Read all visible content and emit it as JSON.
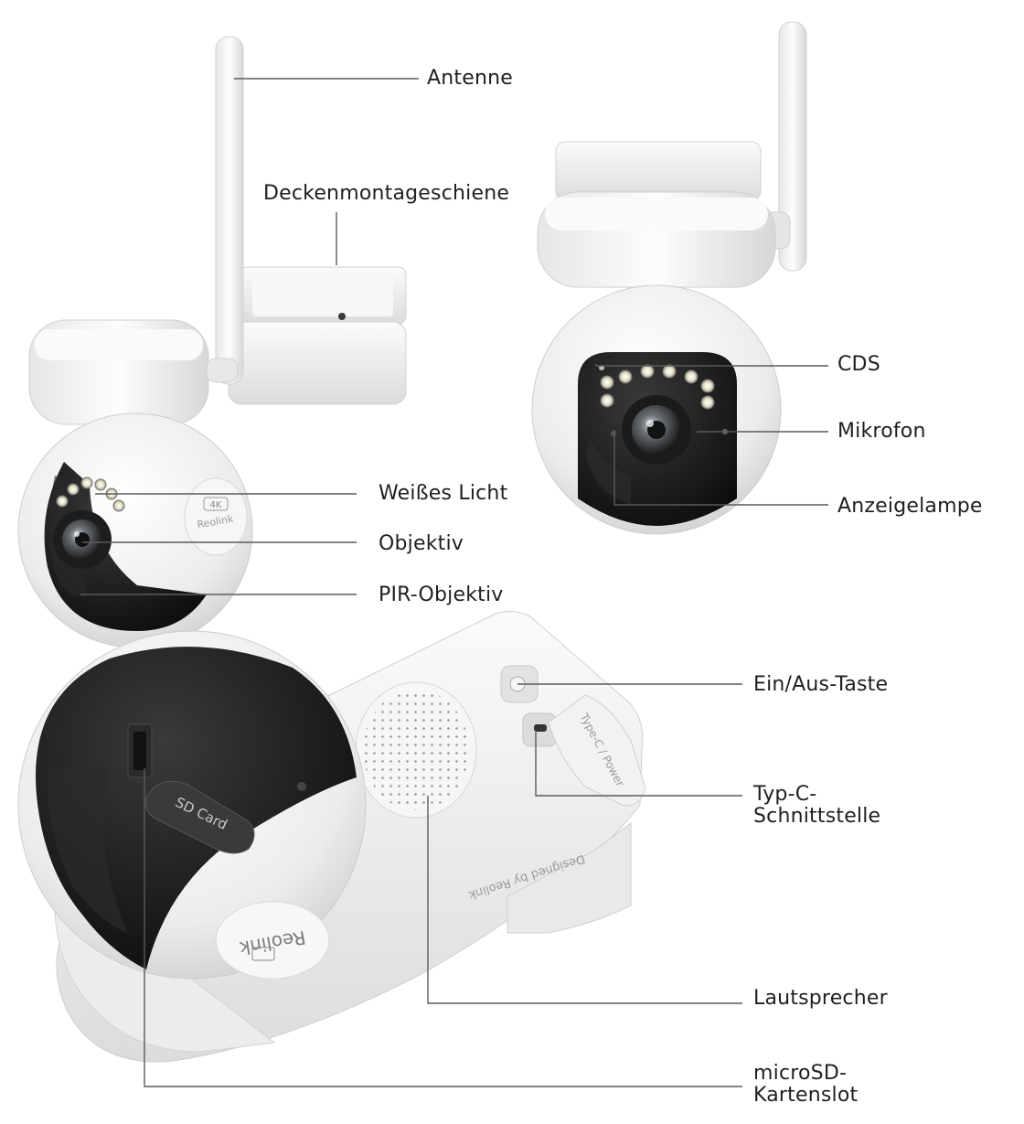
{
  "labels": {
    "antenna": "Antenne",
    "ceiling_rail": "Deckenmontageschiene",
    "white_light": "Weißes Licht",
    "lens": "Objektiv",
    "pir_lens": "PIR-Objektiv",
    "cds": "CDS",
    "microphone": "Mikrofon",
    "indicator": "Anzeigelampe",
    "power_button": "Ein/Aus-Taste",
    "typec_line1": "Typ-C-",
    "typec_line2": "Schnittstelle",
    "speaker": "Lautsprecher",
    "microsd_line1": "microSD-",
    "microsd_line2": "Kartenslot"
  },
  "device_text": {
    "brand": "Reolink",
    "resolution_badge": "4K",
    "sd_cover": "SD Card",
    "typec_cover": "Type-C / Power",
    "designed_by": "Designed by Reolink"
  },
  "colors": {
    "background": "#ffffff",
    "label_text": "#1f1f1f",
    "leader_line": "#5a5a5a",
    "housing": "#f3f3f3",
    "housing_shade": "#d9d9d9",
    "dark_dome": "#151515"
  },
  "icons": {
    "led": "white-led-icon",
    "lens": "camera-lens-icon"
  }
}
